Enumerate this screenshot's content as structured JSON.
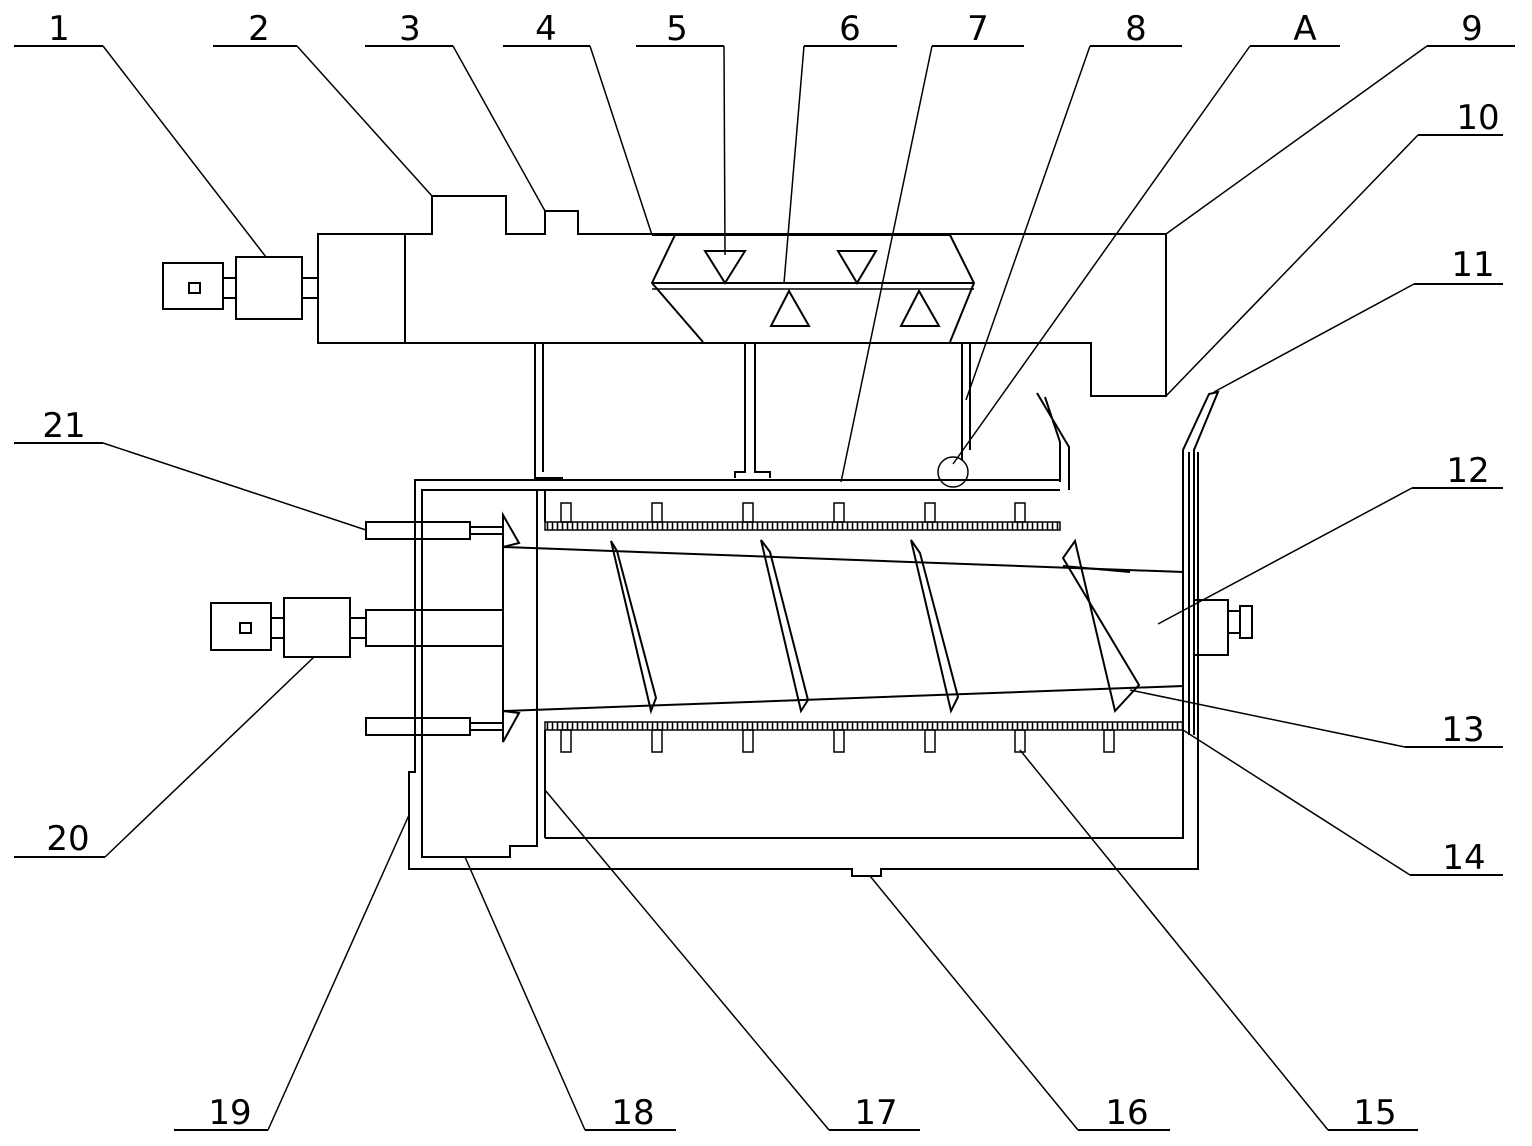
{
  "labels": {
    "l1": "1",
    "l2": "2",
    "l3": "3",
    "l4": "4",
    "l5": "5",
    "l6": "6",
    "l7": "7",
    "l8": "8",
    "lA": "A",
    "l9": "9",
    "l10": "10",
    "l11": "11",
    "l12": "12",
    "l13": "13",
    "l14": "14",
    "l15": "15",
    "l16": "16",
    "l17": "17",
    "l18": "18",
    "l19": "19",
    "l20": "20",
    "l21": "21"
  }
}
